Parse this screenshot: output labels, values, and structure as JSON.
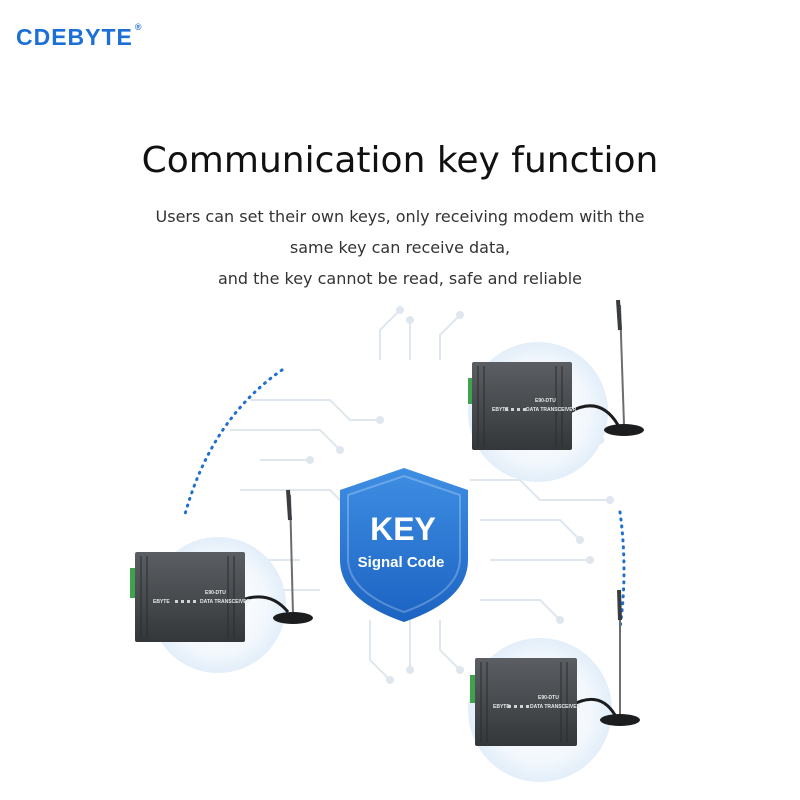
{
  "brand": {
    "logo_text": "CDEBYTE",
    "registered_mark": "®",
    "color": "#1d6fd8"
  },
  "heading": {
    "title": "Communication key function",
    "lines": [
      "Users can set their own keys, only receiving modem with the",
      "same key can receive data,",
      "and the key cannot be read, safe and reliable"
    ]
  },
  "shield": {
    "key_label": "KEY",
    "sub_label": "Signal Code",
    "color": "#2a7ad6"
  },
  "devices": [
    {
      "brand": "EBYTE",
      "model": "E90-DTU",
      "label": "DATA TRANSCEIVER"
    },
    {
      "brand": "EBYTE",
      "model": "E90-DTU",
      "label": "DATA TRANSCEIVER"
    },
    {
      "brand": "EBYTE",
      "model": "E90-DTU",
      "label": "DATA TRANSCEIVER"
    }
  ]
}
